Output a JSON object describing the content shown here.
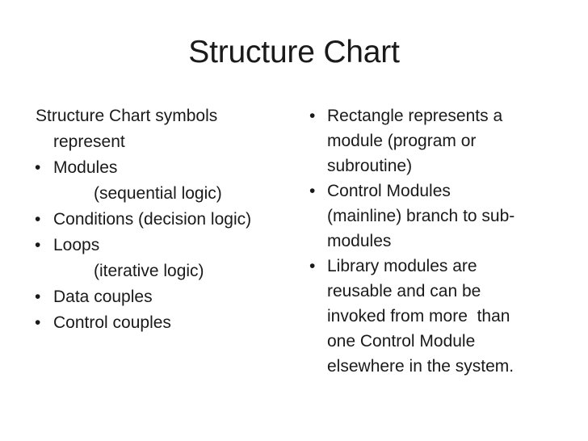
{
  "slide": {
    "title": "Structure Chart",
    "background_color": "#ffffff",
    "text_color": "#1a1a1a",
    "bullet_glyph": "•"
  },
  "left_column": {
    "intro": {
      "line1": "Structure Chart symbols",
      "line2": "represent"
    },
    "items": [
      {
        "label": "Modules",
        "sub": "(sequential logic)"
      },
      {
        "label": "Conditions (decision logic)",
        "sub": ""
      },
      {
        "label": "Loops",
        "sub": "(iterative logic)"
      },
      {
        "label": "Data couples",
        "sub": ""
      },
      {
        "label": "Control couples",
        "sub": ""
      }
    ]
  },
  "right_column": {
    "items": [
      {
        "lines": [
          "Rectangle represents a",
          "module (program or",
          "subroutine)"
        ]
      },
      {
        "lines": [
          "Control Modules",
          "(mainline) branch to sub-",
          "modules"
        ]
      },
      {
        "lines": [
          "Library modules are",
          "reusable and can be",
          "invoked from more  than",
          "one Control Module",
          "elsewhere in the system."
        ]
      }
    ]
  }
}
